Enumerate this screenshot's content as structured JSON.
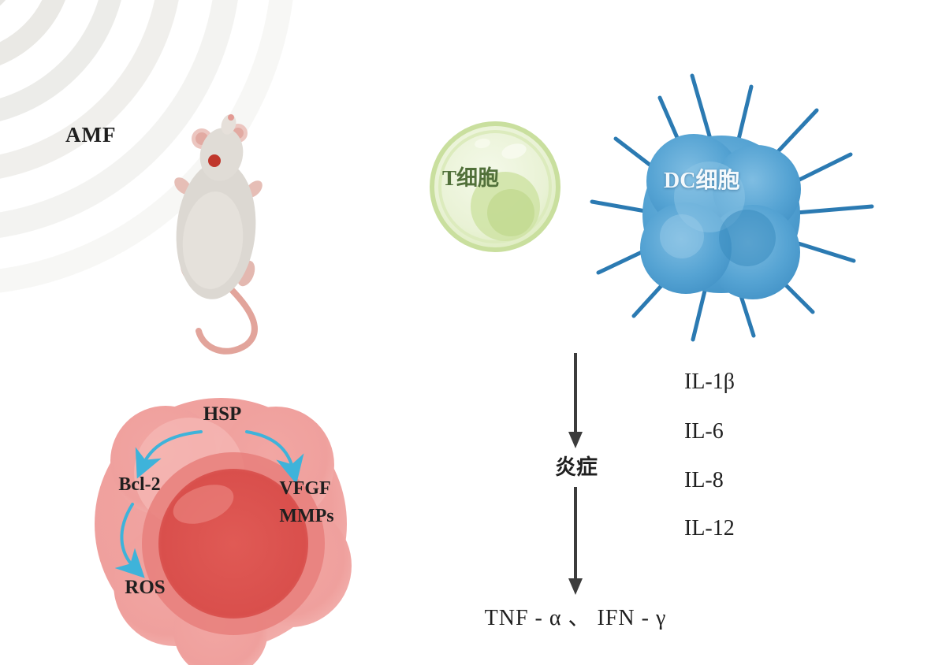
{
  "labels": {
    "amf": "AMF",
    "t_cell": "T细胞",
    "dc_cell": "DC细胞",
    "hsp": "HSP",
    "bcl2": "Bcl-2",
    "vfgf": "VFGF",
    "mmps": "MMPs",
    "ros": "ROS",
    "inflammation": "炎症",
    "tnf_ifn": "TNF - α 、 IFN - γ"
  },
  "cytokines": [
    "IL-1β",
    "IL-6",
    "IL-8",
    "IL-12"
  ],
  "icons": {
    "amf_waves": "concentric-wave-arcs",
    "mouse": "lab-mouse-illustration",
    "t_cell": "green-t-cell-illustration",
    "dc_cell": "blue-dendritic-cell-illustration",
    "tumor_cell": "red-tumor-cell-illustration",
    "down_arrows": "black-down-arrows",
    "cyan_arrows": "cyan-curved-pathway-arrows"
  },
  "colors": {
    "tumor_red": "#dd5752",
    "tumor_pink": "#f0a3a0",
    "cell_green": "#cfe3a4",
    "cell_blue": "#55a3d3",
    "spike_blue": "#2b7ab2",
    "cyan_arrow": "#3eb3da",
    "text": "#1f1f1f",
    "wave_gray": "#e6e5e1"
  }
}
